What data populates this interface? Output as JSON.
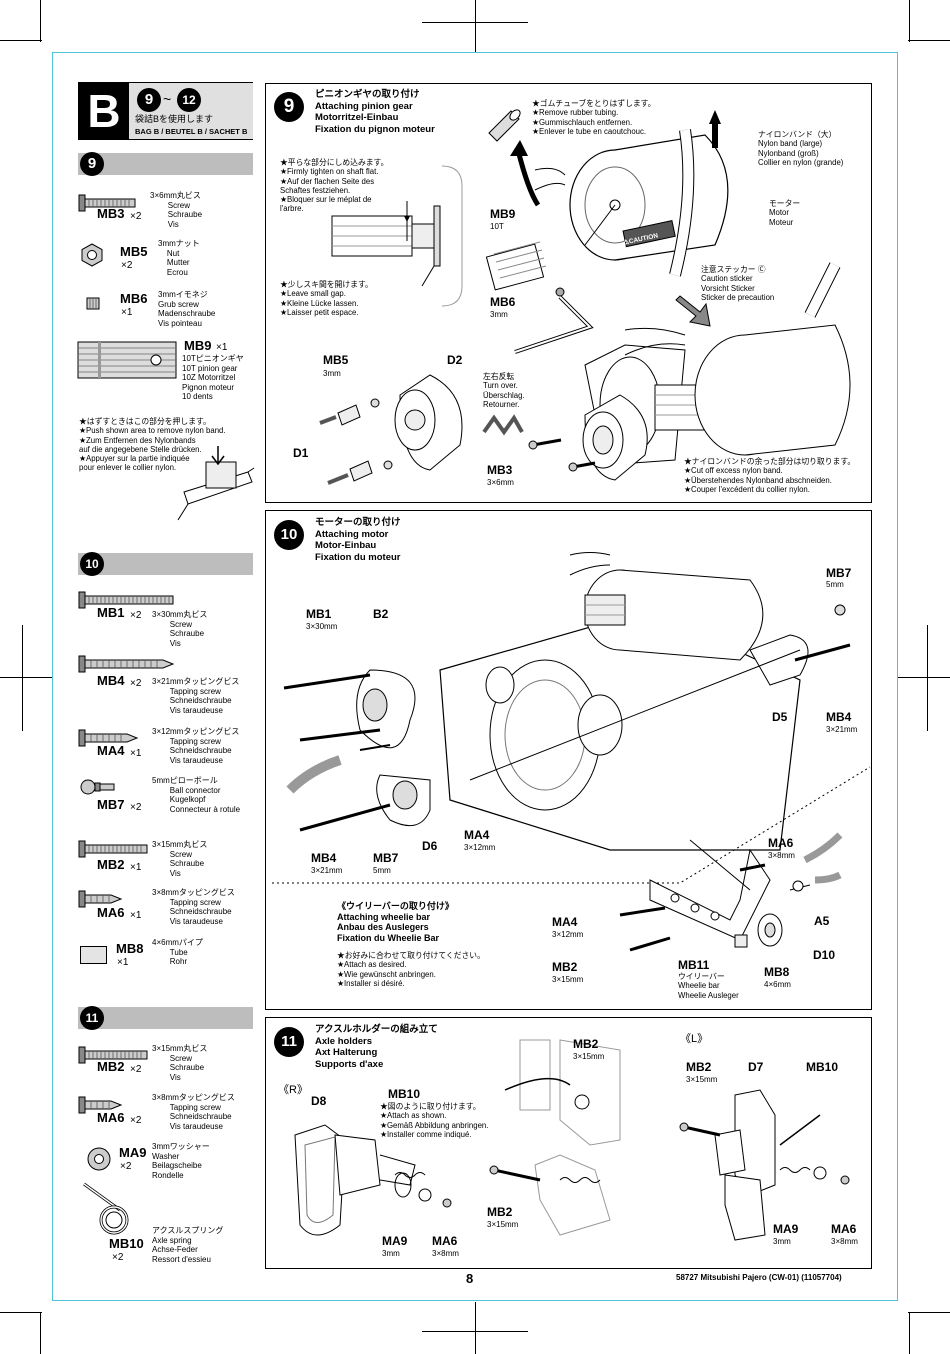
{
  "bag_header": {
    "letter": "B",
    "step_from": "9",
    "tilde": "~",
    "step_to": "12",
    "jp": "袋詰Bを使用します",
    "en": "BAG B / BEUTEL B / SACHET B"
  },
  "side_sections": [
    {
      "number": "9"
    },
    {
      "number": "10"
    },
    {
      "number": "11"
    }
  ],
  "parts": {
    "mb3": {
      "code": "MB3",
      "qty": "×2",
      "desc": "3×6mm丸ビス\n        Screw\n        Schraube\n        Vis"
    },
    "mb5": {
      "code": "MB5",
      "qty": "×2",
      "desc": "3mmナット\n    Nut\n    Mutter\n    Ecrou"
    },
    "mb6": {
      "code": "MB6",
      "qty": "×1",
      "desc": "3mmイモネジ\nGrub screw\nMadenschraube\nVis pointeau"
    },
    "mb9": {
      "code": "MB9",
      "qty": "×1",
      "desc": "10Tピニオンギヤ\n10T pinion gear\n10Z Motorritzel\nPignon moteur\n10 dents"
    },
    "nylon_note": "★はずすときはこの部分を押します。\n★Push shown area to remove nylon band.\n★Zum Entfernen des Nylonbands\nauf die angegebene Stelle drücken.\n★Appuyer sur la partie indiquée\npour enlever le collier nylon.",
    "mb1": {
      "code": "MB1",
      "qty": "×2",
      "desc": "3×30mm丸ビス\n        Screw\n        Schraube\n        Vis"
    },
    "mb4": {
      "code": "MB4",
      "qty": "×2",
      "desc": "3×21mmタッピングビス\n        Tapping screw\n        Schneidschraube\n        Vis taraudeuse"
    },
    "ma4": {
      "code": "MA4",
      "qty": "×1",
      "desc": "3×12mmタッピングビス\n        Tapping screw\n        Schneidschraube\n        Vis taraudeuse"
    },
    "mb7": {
      "code": "MB7",
      "qty": "×2",
      "desc": "5mmピローボール\n        Ball connector\n        Kugelkopf\n        Connecteur à rotule"
    },
    "mb2": {
      "code": "MB2",
      "qty": "×1",
      "desc": "3×15mm丸ビス\n        Screw\n        Schraube\n        Vis"
    },
    "ma6": {
      "code": "MA6",
      "qty": "×1",
      "desc": "3×8mmタッピングビス\n        Tapping screw\n        Schneidschraube\n        Vis taraudeuse"
    },
    "mb8": {
      "code": "MB8",
      "qty": "×1",
      "desc": "4×6mmパイプ\n        Tube\n        Rohr"
    },
    "mb2b": {
      "code": "MB2",
      "qty": "×2",
      "desc": "3×15mm丸ビス\n        Screw\n        Schraube\n        Vis"
    },
    "ma6b": {
      "code": "MA6",
      "qty": "×2",
      "desc": "3×8mmタッピングビス\n        Tapping screw\n        Schneidschraube\n        Vis taraudeuse"
    },
    "ma9": {
      "code": "MA9",
      "qty": "×2",
      "desc": "3mmワッシャー\nWasher\nBeilagscheibe\nRondelle"
    },
    "mb10": {
      "code": "MB10",
      "qty": "×2",
      "desc": "アクスルスプリング\nAxle spring\nAchse-Feder\nRessort d'essieu"
    }
  },
  "step9": {
    "number": "9",
    "title": "ピニオンギヤの取り付け\nAttaching pinion gear\nMotorritzel-Einbau\nFixation du pignon moteur",
    "note_flat": "★平らな部分にしめ込みます。\n★Firmly tighten on shaft flat.\n★Auf der flachen Seite des\nSchaftes festziehen.\n★Bloquer sur le méplat de\nl'arbre.",
    "note_gap": "★少しスキ間を開けます。\n★Leave small gap.\n★Kleine Lücke lassen.\n★Laisser petit espace.",
    "note_tube": "★ゴムチューブをとりはずします。\n★Remove rubber tubing.\n★Gummischlauch entfernen.\n★Enlever le tube en caoutchouc.",
    "nylon_band": "ナイロンバンド（大）\nNylon band (large)\nNylonband (groß)\nCollier en nylon (grande)",
    "motor": "モーター\nMotor\nMoteur",
    "caution": "注意ステッカー Ⓒ\nCaution sticker\nVorsicht Sticker\nSticker de precaution",
    "caution_sticker_text": "⚠CAUTION",
    "turn_over": "左右反転\nTurn over.\nÜberschlag.\nRetourner.",
    "cut_band": "★ナイロンバンドの余った部分は切り取ります。\n★Cut off excess nylon band.\n★Überstehendes Nylonband abschneiden.\n★Couper l'excédent du collier nylon.",
    "labels": {
      "mb9": "MB9",
      "mb9_sub": "10T",
      "mb6": "MB6",
      "mb6_sub": "3mm",
      "mb5": "MB5",
      "mb5_sub": "3mm",
      "d2": "D2",
      "d1": "D1",
      "mb3": "MB3",
      "mb3_sub": "3×6mm"
    }
  },
  "step10": {
    "number": "10",
    "title": "モーターの取り付け\nAttaching motor\nMotor-Einbau\nFixation du moteur",
    "wheelie": "《ウイリーバーの取り付け》\nAttaching wheelie bar\nAnbau des Auslegers\nFixation du Wheelie Bar",
    "optional": "★お好みに合わせて取り付けてください。\n★Attach as desired.\n★Wie gewünscht anbringen.\n★Installer si désiré.",
    "wheelie_bar": "ウイリーバー\nWheelie bar\nWheelie Ausleger",
    "labels": {
      "mb1": "MB1",
      "mb1_sub": "3×30mm",
      "b2": "B2",
      "mb7_top": "MB7",
      "mb7_top_sub": "5mm",
      "d5": "D5",
      "mb4_r": "MB4",
      "mb4_r_sub": "3×21mm",
      "ma4": "MA4",
      "ma4_sub": "3×12mm",
      "d6": "D6",
      "mb4_l": "MB4",
      "mb4_l_sub": "3×21mm",
      "mb7_l": "MB7",
      "mb7_l_sub": "5mm",
      "ma6": "MA6",
      "ma6_sub": "3×8mm",
      "a5": "A5",
      "ma4b": "MA4",
      "ma4b_sub": "3×12mm",
      "mb2": "MB2",
      "mb2_sub": "3×15mm",
      "mb11": "MB11",
      "mb8": "MB8",
      "mb8_sub": "4×6mm",
      "d10": "D10"
    }
  },
  "step11": {
    "number": "11",
    "title": "アクスルホルダーの組み立て\nAxle holders\nAxt Halterung\nSupports d'axe",
    "note": "★図のように取り付けます。\n★Attach as shown.\n★Gemäß Abbildung anbringen.\n★Installer comme indiqué.",
    "labels": {
      "r": "《R》",
      "d8": "D8",
      "mb10": "MB10",
      "ma9": "MA9",
      "ma9_sub": "3mm",
      "ma6": "MA6",
      "ma6_sub": "3×8mm",
      "mb2_top": "MB2",
      "mb2_top_sub": "3×15mm",
      "mb2_mid": "MB2",
      "mb2_mid_sub": "3×15mm",
      "l": "《L》",
      "mb2_l": "MB2",
      "mb2_l_sub": "3×15mm",
      "d7": "D7",
      "mb10_l": "MB10",
      "ma9_l": "MA9",
      "ma9_l_sub": "3mm",
      "ma6_l": "MA6",
      "ma6_l_sub": "3×8mm"
    }
  },
  "footer": {
    "page": "8",
    "model": "58727  Mitsubishi Pajero (CW-01) (11057704)"
  }
}
